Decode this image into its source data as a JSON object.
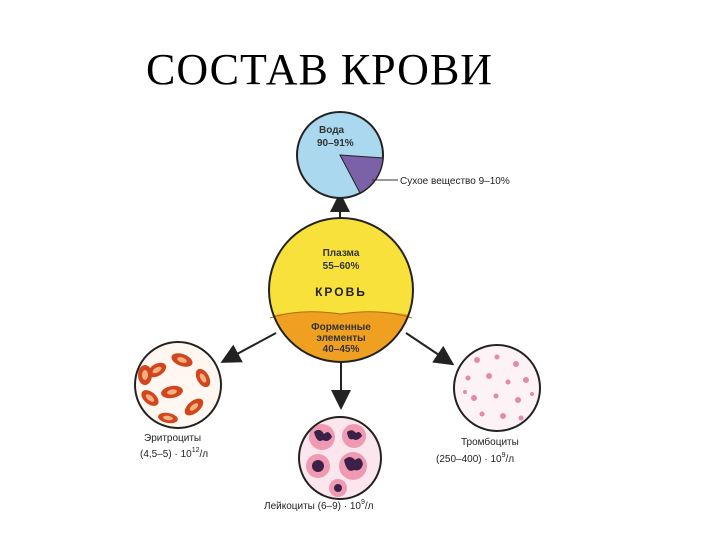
{
  "title": "СОСТАВ КРОВИ",
  "water": {
    "label": "Вода",
    "percent": "90–91%"
  },
  "dry_matter": {
    "label": "Сухое вещество 9–10%"
  },
  "blood": {
    "plasma_label": "Плазма",
    "plasma_percent": "55–60%",
    "center_label": "КРОВЬ",
    "formed_label_line1": "Форменные",
    "formed_label_line2": "элементы",
    "formed_percent": "40–45%"
  },
  "erythrocytes": {
    "label": "Эритроциты",
    "count": "(4,5–5) · 10",
    "exponent": "12",
    "unit": "/л"
  },
  "leukocytes": {
    "label": "Лейкоциты (6–9) · 10",
    "exponent": "9",
    "unit": "/л"
  },
  "thrombocytes": {
    "label": "Тромбоциты",
    "count": "(250–400) · 10",
    "exponent": "9",
    "unit": "/л"
  },
  "colors": {
    "water_blue": "#aad8ee",
    "dry_matter_violet": "#7b62a8",
    "plasma_yellow": "#f7e13a",
    "formed_orange": "#f0a020",
    "erythrocyte_red": "#d2461e",
    "leukocyte_pink": "#ef9ab2",
    "leukocyte_nucleus": "#3c2048",
    "thrombocyte_pink": "#e38aa6"
  }
}
